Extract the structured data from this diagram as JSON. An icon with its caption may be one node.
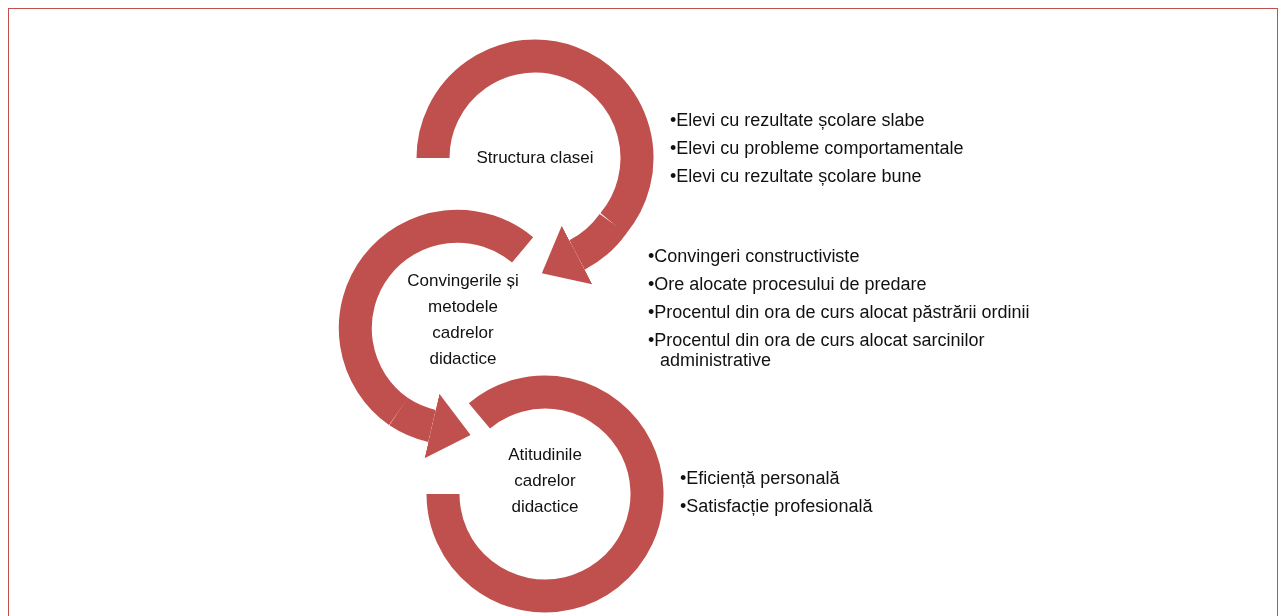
{
  "diagram": {
    "nodes": [
      {
        "text": [
          "Structura clasei"
        ],
        "beside": [
          "•Elevi cu rezultate școlare slabe",
          "•Elevi cu probleme comportamentale",
          "•Elevi cu rezultate școlare bune"
        ]
      },
      {
        "text": [
          "Convingerile și metodele cadrelor didactice"
        ],
        "beside": [
          "•Convingeri constructiviste",
          "•Ore alocate procesului de predare",
          "•Procentul din ora de curs alocat păstrării ordinii",
          "•Procentul din ora de curs alocat sarcinilor administrative"
        ]
      },
      {
        "text": [
          "Atitudinile cadrelor didactice"
        ],
        "beside": [
          "•Eficiență personală",
          "•Satisfacție profesională"
        ]
      }
    ],
    "edges": [
      {
        "from": 0,
        "to": 1,
        "arrow": "to"
      },
      {
        "from": 1,
        "to": 2,
        "arrow": "to"
      }
    ]
  }
}
